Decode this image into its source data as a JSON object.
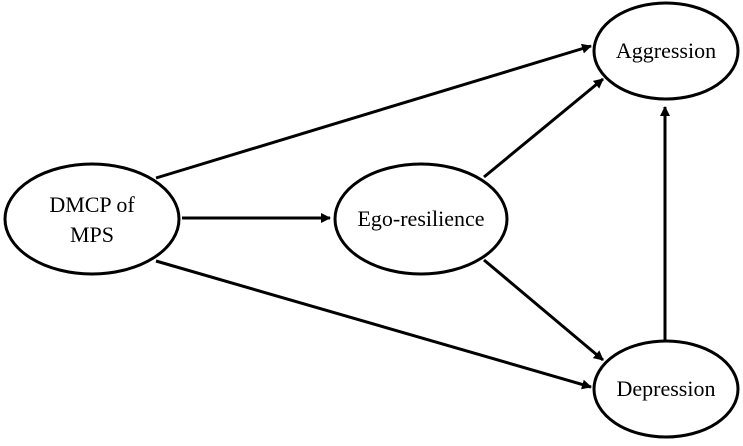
{
  "nodes": {
    "dmcp": {
      "line1": "DMCP of",
      "line2": "MPS"
    },
    "ego": {
      "label": "Ego-resilience"
    },
    "aggression": {
      "label": "Aggression"
    },
    "depression": {
      "label": "Depression"
    }
  },
  "edges": [
    {
      "from": "DMCP of MPS",
      "to": "Aggression"
    },
    {
      "from": "DMCP of MPS",
      "to": "Ego-resilience"
    },
    {
      "from": "DMCP of MPS",
      "to": "Depression"
    },
    {
      "from": "Ego-resilience",
      "to": "Aggression"
    },
    {
      "from": "Ego-resilience",
      "to": "Depression"
    },
    {
      "from": "Depression",
      "to": "Aggression"
    }
  ],
  "colors": {
    "stroke": "#000000",
    "fill": "#ffffff"
  }
}
